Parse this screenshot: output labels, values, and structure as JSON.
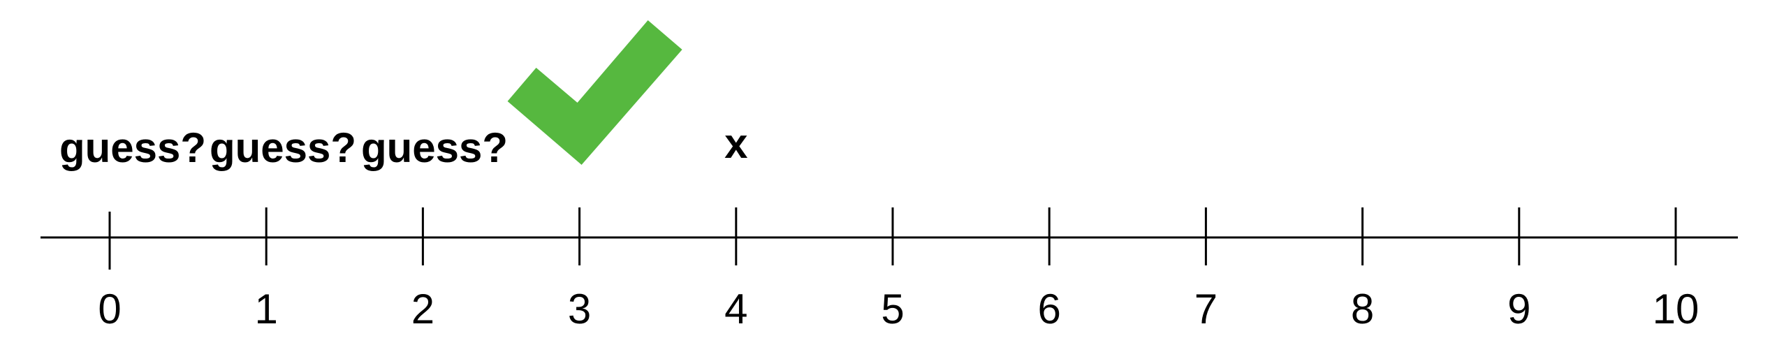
{
  "colors": {
    "check": "#56B83F",
    "ink": "#000000",
    "background": "#FFFFFF"
  },
  "number_line": {
    "min": 0,
    "max": 10,
    "tick_labels": [
      "0",
      "1",
      "2",
      "3",
      "4",
      "5",
      "6",
      "7",
      "8",
      "9",
      "10"
    ]
  },
  "guesses": [
    {
      "label": "guess?"
    },
    {
      "label": "guess?"
    },
    {
      "label": "guess?"
    }
  ],
  "checkmark": {
    "icon": "checkmark-icon",
    "value": 3
  },
  "target": {
    "label": "x",
    "value": 4
  }
}
